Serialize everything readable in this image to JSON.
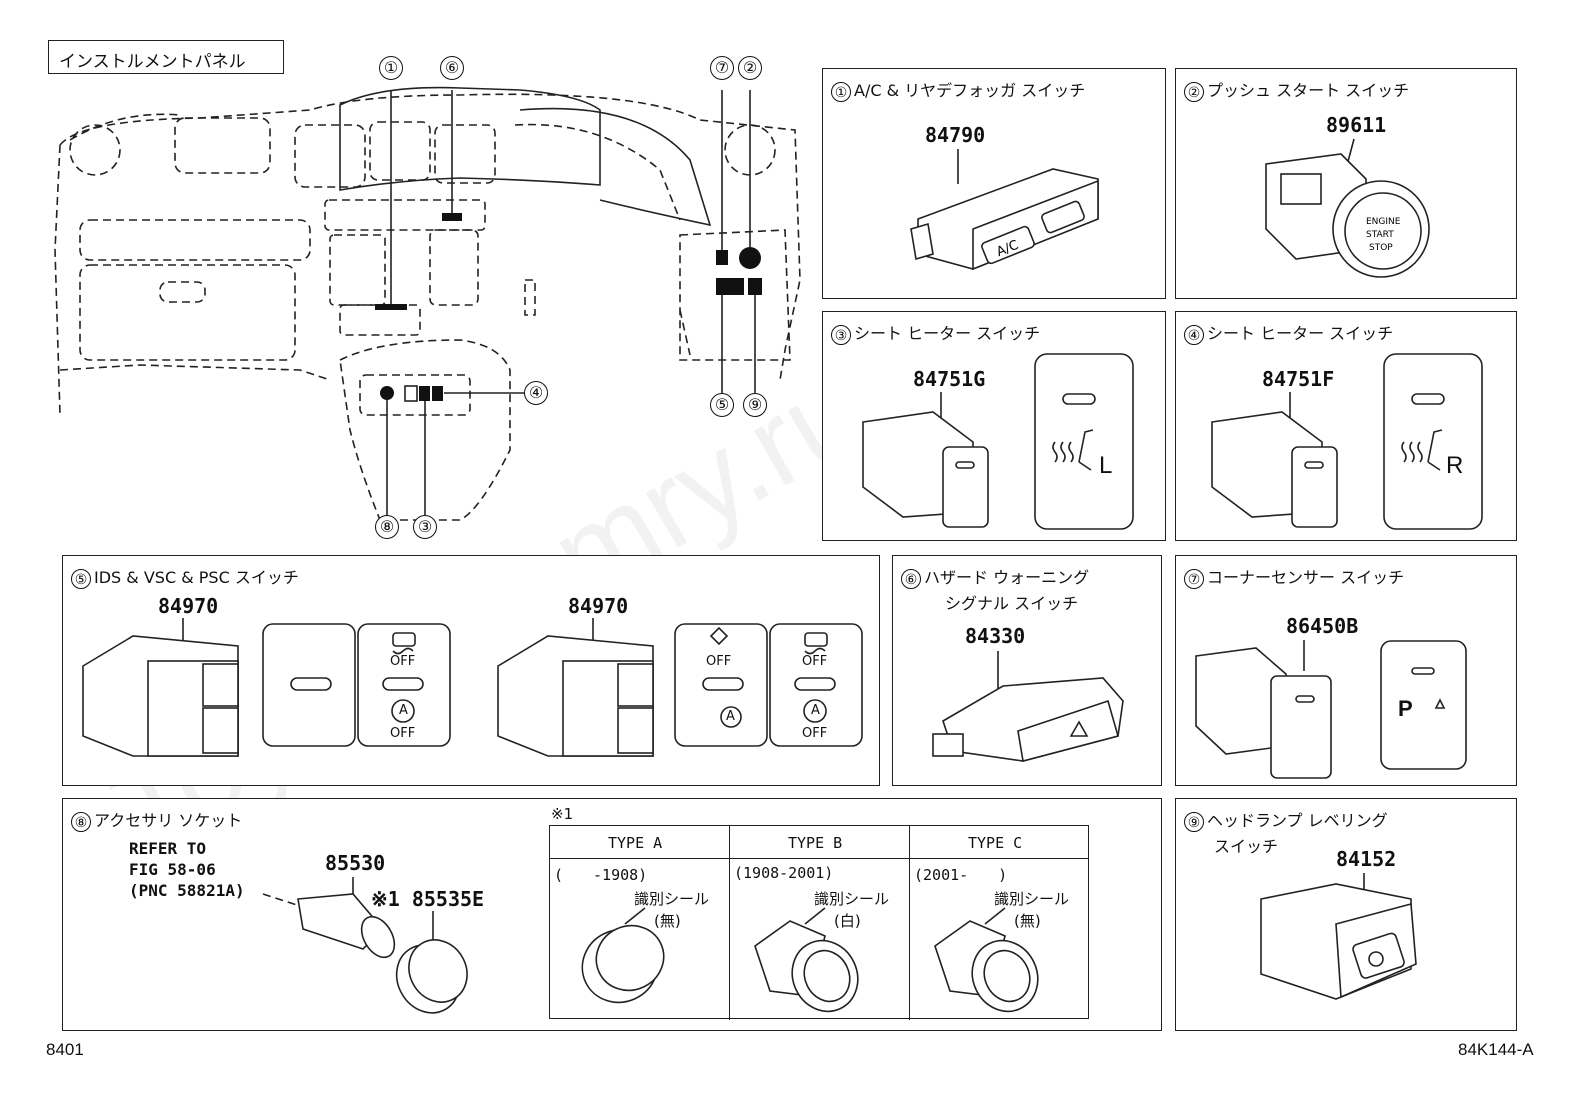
{
  "header": {
    "title": "インストルメントパネル"
  },
  "overview": {
    "callouts": [
      "①",
      "⑥",
      "⑦",
      "②",
      "④",
      "⑤",
      "⑨",
      "⑧",
      "③"
    ]
  },
  "panels": {
    "p1": {
      "num": "①",
      "title": "A/C & リヤデフォッガ スイッチ",
      "part": "84790"
    },
    "p2": {
      "num": "②",
      "title": "プッシュ スタート スイッチ",
      "part": "89611"
    },
    "p3": {
      "num": "③",
      "title": "シート ヒーター スイッチ",
      "part": "84751G",
      "side": "L"
    },
    "p4": {
      "num": "④",
      "title": "シート ヒーター スイッチ",
      "part": "84751F",
      "side": "R"
    },
    "p5": {
      "num": "⑤",
      "title": "IDS & VSC & PSC スイッチ",
      "part_a": "84970",
      "part_b": "84970",
      "off": "OFF",
      "a": "A"
    },
    "p6": {
      "num": "⑥",
      "title_1": "ハザード ウォーニング",
      "title_2": "シグナル スイッチ",
      "part": "84330"
    },
    "p7": {
      "num": "⑦",
      "title": "コーナーセンサー スイッチ",
      "part": "86450B"
    },
    "p8": {
      "num": "⑧",
      "title": "アクセサリ ソケット",
      "ref_1": "REFER TO",
      "ref_2": "FIG 58-06",
      "ref_3": "(PNC 58821A)",
      "part_a": "85530",
      "part_b": "※1 85535E",
      "note_mark": "※1",
      "types": [
        {
          "label": "TYPE A",
          "range": "(　　-1908)",
          "seal": "識別シール",
          "seal_type": "(無)"
        },
        {
          "label": "TYPE B",
          "range": "(1908-2001)",
          "seal": "識別シール",
          "seal_type": "(白)"
        },
        {
          "label": "TYPE C",
          "range": "(2001-　　)",
          "seal": "識別シール",
          "seal_type": "(無)"
        }
      ]
    },
    "p9": {
      "num": "⑨",
      "title_1": "ヘッドランプ レベリング",
      "title_2": "スイッチ",
      "part": "84152"
    }
  },
  "footer": {
    "left": "8401",
    "right": "84K144-A"
  },
  "watermark": "ToyotaCamry.ru"
}
